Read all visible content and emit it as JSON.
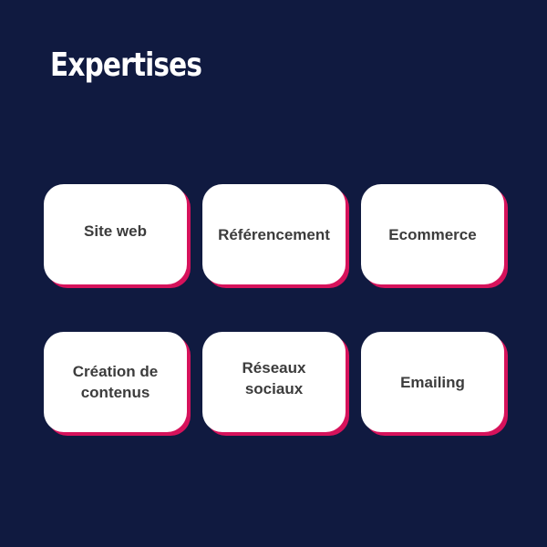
{
  "page": {
    "title": "Expertises",
    "background_color": "#101a40",
    "card_color": "#ffffff",
    "accent_shadow_color": "#d6125b",
    "text_color": "#3c3c3c"
  },
  "cards": [
    {
      "label": "Site web"
    },
    {
      "label": "Référencement"
    },
    {
      "label": "Ecommerce"
    },
    {
      "label": "Création de\ncontenus"
    },
    {
      "label": "Réseaux\nsociaux"
    },
    {
      "label": "Emailing"
    }
  ]
}
